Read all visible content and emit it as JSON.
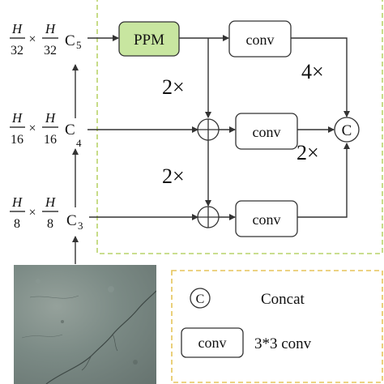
{
  "scales": {
    "c5": {
      "num": "H",
      "den": "32",
      "times": "×",
      "label": "C",
      "sub": "5"
    },
    "c4": {
      "num": "H",
      "den": "16",
      "times": "×",
      "label": "C",
      "sub": "4"
    },
    "c3": {
      "num": "H",
      "den": "8",
      "times": "×",
      "label": "C",
      "sub": "3"
    }
  },
  "blocks": {
    "ppm": "PPM",
    "conv_top": "conv",
    "conv_mid": "conv",
    "conv_bot": "conv",
    "concat_symbol": "C"
  },
  "upsample": {
    "u1": "2×",
    "u2": "2×",
    "u3": "4×",
    "u4": "2×"
  },
  "legend": {
    "concat_symbol": "C",
    "concat_text": "Concat",
    "conv_box": "conv",
    "conv_text": "3*3 conv"
  },
  "colors": {
    "ppm_fill": "#c8e6a0",
    "main_border": "#b9d36a",
    "legend_border": "#e5c45a"
  }
}
